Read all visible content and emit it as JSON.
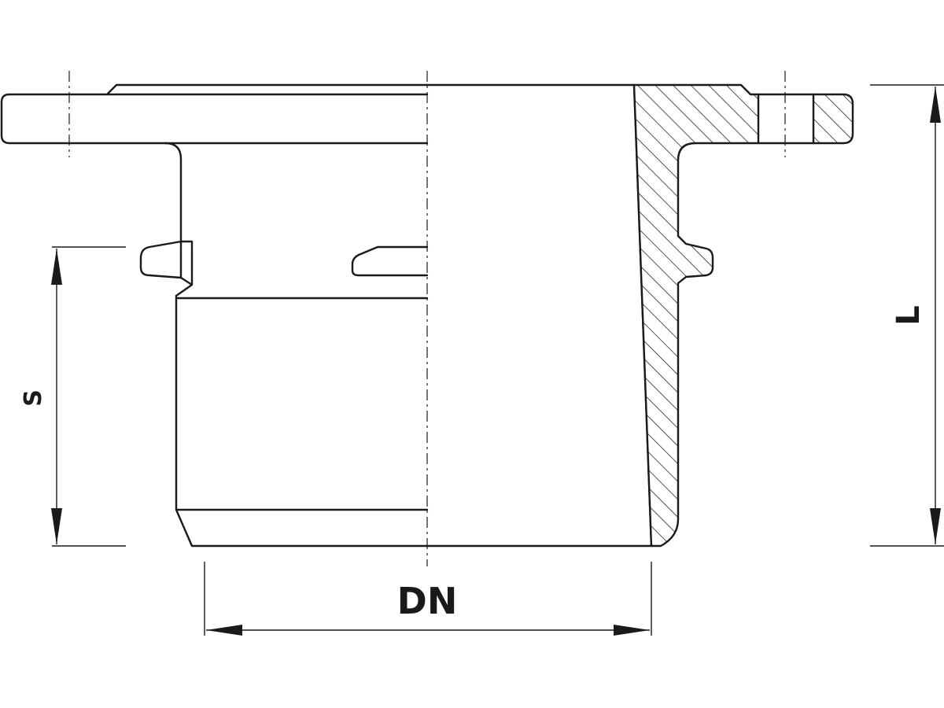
{
  "dimensions": {
    "dn_label": "DN",
    "s_label": "S",
    "l_label": "L"
  },
  "colors": {
    "line": "#1a1a1a",
    "background": "#ffffff"
  }
}
